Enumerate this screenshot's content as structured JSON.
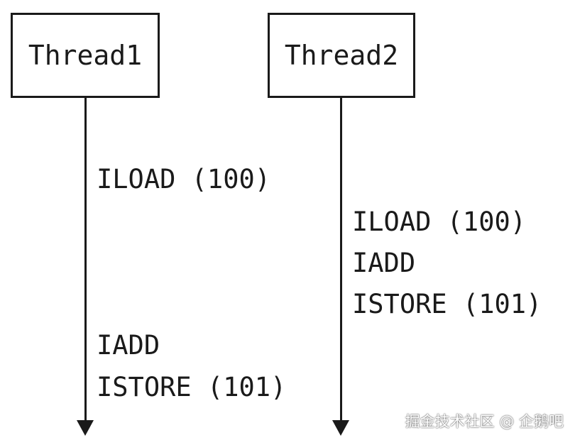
{
  "threads": [
    {
      "label": "Thread1"
    },
    {
      "label": "Thread2"
    }
  ],
  "instructions": {
    "thread1": [
      "ILOAD (100)",
      "IADD",
      "ISTORE (101)"
    ],
    "thread2": [
      "ILOAD (100)",
      "IADD",
      "ISTORE (101)"
    ]
  },
  "watermark": "掘金技术社区 @ 企鹅吧",
  "colors": {
    "stroke": "#1a1a1a",
    "background": "#ffffff"
  }
}
